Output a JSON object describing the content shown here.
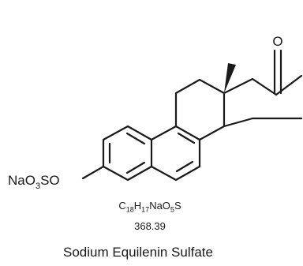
{
  "molecule": {
    "oxygen_label": "O",
    "substituent": {
      "prefix": "NaO",
      "sub": "3",
      "suffix": "SO"
    },
    "formula_parts": [
      {
        "text": "C",
        "sub": "18"
      },
      {
        "text": "H",
        "sub": "17"
      },
      {
        "text": "NaO",
        "sub": "5"
      },
      {
        "text": "S",
        "sub": ""
      }
    ],
    "molecular_weight": "368.39",
    "name": "Sodium Equilenin Sulfate"
  },
  "colors": {
    "ink": "#1a1a1a",
    "background": "#ffffff"
  }
}
